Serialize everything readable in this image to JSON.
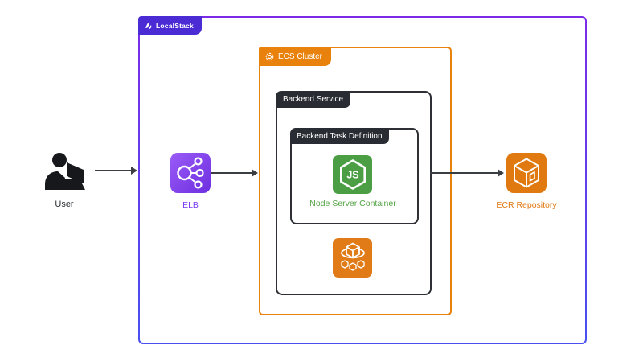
{
  "badge": {
    "label": "LocalStack"
  },
  "containers": {
    "ecs_cluster": {
      "label": "ECS Cluster"
    },
    "backend_service": {
      "label": "Backend Service"
    },
    "backend_task_definition": {
      "label": "Backend Task Definition"
    }
  },
  "nodes": {
    "user": {
      "label": "User"
    },
    "elb": {
      "label": "ELB"
    },
    "node_server_container": {
      "label": "Node Server Container",
      "icon_text": "JS"
    },
    "ecr_repository": {
      "label": "ECR Repository"
    }
  },
  "edges": [
    {
      "from": "user",
      "to": "elb"
    },
    {
      "from": "elb",
      "to": "ecs_cluster"
    },
    {
      "from": "backend_service",
      "to": "ecr_repository"
    }
  ],
  "colors": {
    "outer_border_top": "#7B2BE8",
    "outer_border_bottom": "#4950F0",
    "badge_bg": "#4A2BD4",
    "ecs_orange": "#E8820D",
    "dark_label": "#2A2C33",
    "node_green": "#4C9E45",
    "node_text_green": "#55A346",
    "elb_purple_text": "#7B3BF2",
    "ecr_orange": "#E0790F",
    "ecs_service_orange": "#E07B17",
    "arrow": "#3A3D42",
    "user_black": "#17181C"
  }
}
